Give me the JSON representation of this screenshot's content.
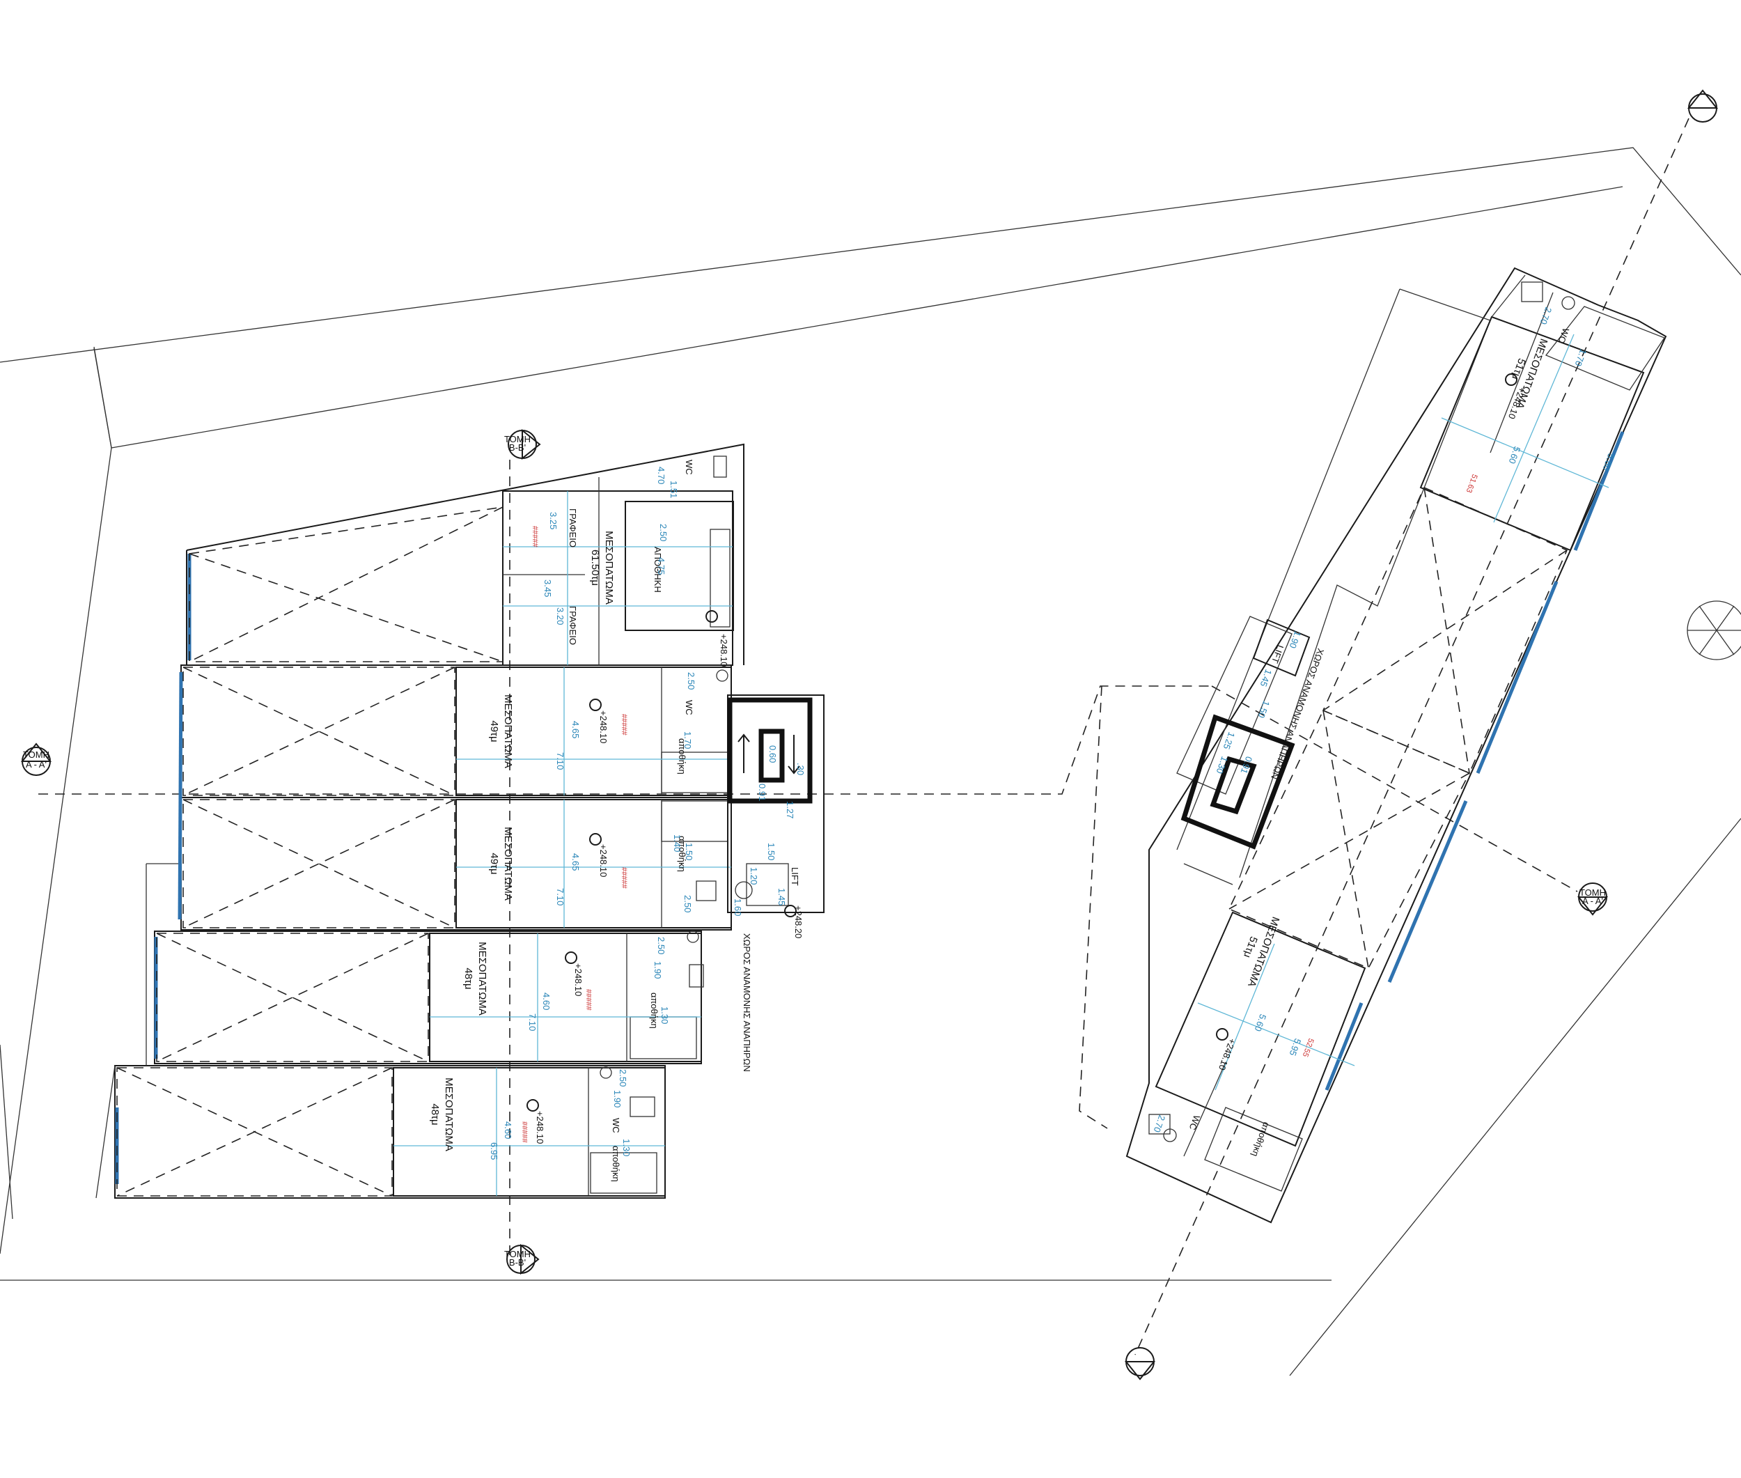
{
  "section_marks": {
    "aa": {
      "line1": "ΤΟΜΗ",
      "line2": "Α - Α'"
    },
    "bb": {
      "line1": "ΤΟΜΗ",
      "line2": "Β-Β'"
    }
  },
  "units_left": [
    {
      "title": "ΜΕΣΟΠΑΤΩΜΑ",
      "area": "61.50τμ",
      "level": "+248.10"
    },
    {
      "title": "ΜΕΣΟΠΑΤΩΜΑ",
      "area": "49τμ",
      "level": "+248.10"
    },
    {
      "title": "ΜΕΣΟΠΑΤΩΜΑ",
      "area": "49τμ",
      "level": "+248.10"
    },
    {
      "title": "ΜΕΣΟΠΑΤΩΜΑ",
      "area": "48τμ",
      "level": "+248.10"
    },
    {
      "title": "ΜΕΣΟΠΑΤΩΜΑ",
      "area": "48τμ",
      "level": "+248.10"
    }
  ],
  "units_right": [
    {
      "title": "ΜΕΣΟΠΑΤΩΜΑ",
      "area": "51τμ",
      "level": "+248.10",
      "value": "51.63"
    },
    {
      "title": "ΜΕΣΟΠΑΤΩΜΑ",
      "area": "51τμ",
      "level": "+248.10",
      "value": "52.55"
    }
  ],
  "rooms": {
    "office": "ΓΡΑΦΕΙΟ",
    "storage": "ΑΠΟΘΗΚΗ",
    "storage_small": "αποθήκη",
    "wc": "WC",
    "lift": "LIFT",
    "waiting": "ΧΩΡΟΣ ΑΝΑΜΟΝΗΣ ΑΝΑΠΗΡΩΝ",
    "stair_level": "+248.20",
    "red_mark": "#####"
  },
  "dims": {
    "d_151": "1.51",
    "d_470": "4.70",
    "d_325": "3.25",
    "d_250": "2.50",
    "d_475": "4.75",
    "d_345": "3.45",
    "d_320": "3.20",
    "d_465": "4.65",
    "d_710": "7.10",
    "d_170": "1.70",
    "d_150": "1.50",
    "d_140": "1.40",
    "d_460": "4.60",
    "d_190": "1.90",
    "d_130": "1.30",
    "d_695": "6.95",
    "d_560": "5.60",
    "d_580": "5.80",
    "d_595": "5.95",
    "d_145": "1.45",
    "d_127": "1.27",
    "d_091": "0.91",
    "d_060": "0.60",
    "d_030": ".30",
    "d_125": "1.25",
    "d_120": "1.20",
    "d_270": "2.70",
    "d_160": "1.60"
  }
}
